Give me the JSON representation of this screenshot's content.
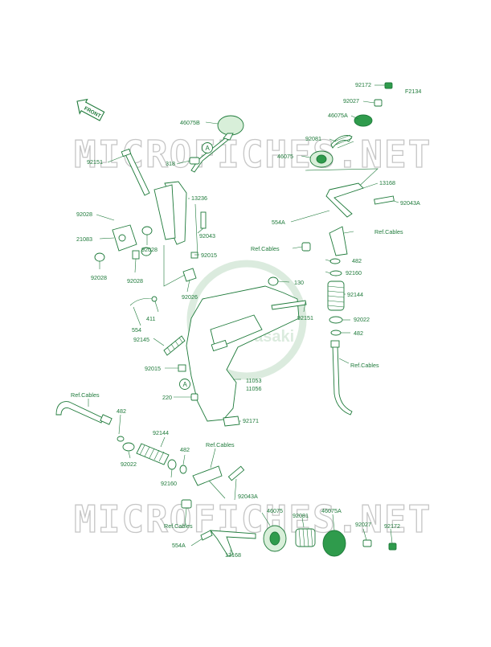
{
  "brand_color": "#1e7a3a",
  "front_label": "FRONT",
  "diagram_code": "F2134",
  "watermark": "MICROFICHES.NET",
  "logo_text": "Kawasaki",
  "callout_letter": "A",
  "labels": {
    "p92172_top": "92172",
    "p92027_top": "92027",
    "p46075A_top": "46075A",
    "p46075B": "46075B",
    "p92081_top": "92081",
    "p46075_top": "46075",
    "p92151_left": "92151",
    "p318": "318",
    "p13168_top": "13168",
    "p13236": "13236",
    "p92043A_top": "92043A",
    "p554A_top": "554A",
    "p92028_a": "92028",
    "p21083": "21083",
    "p92043": "92043",
    "refcables_r1": "Ref.Cables",
    "refcables_r2": "Ref.Cables",
    "p92015_top": "92015",
    "p482_r1": "482",
    "p92028_b": "92028",
    "p92028_c": "92028",
    "p92028_d": "92028",
    "p92160_r": "92160",
    "p130": "130",
    "p92026": "92026",
    "p92144_r": "92144",
    "p411": "411",
    "p554": "554",
    "p92151_right": "92151",
    "p92022_r": "92022",
    "p482_r2": "482",
    "p92145": "92145",
    "refcables_r3": "Ref.Cables",
    "p92015_bot": "92015",
    "p11053": "11053",
    "p11056": "11056",
    "p220": "220",
    "refcables_l1": "Ref.Cables",
    "p482_l1": "482",
    "p92171": "92171",
    "p92144_l": "92144",
    "refcables_l2": "Ref.Cables",
    "p482_l2": "482",
    "p92022_l": "92022",
    "p92160_l": "92160",
    "p92043A_bot": "92043A",
    "p46075_bot": "46075",
    "p92081_bot": "92081",
    "p46075A_bot": "46075A",
    "refcables_l3": "Ref.Cables",
    "p92027_bot": "92027",
    "p92172_bot": "92172",
    "p554A_bot": "554A",
    "p13168_bot": "13168"
  }
}
